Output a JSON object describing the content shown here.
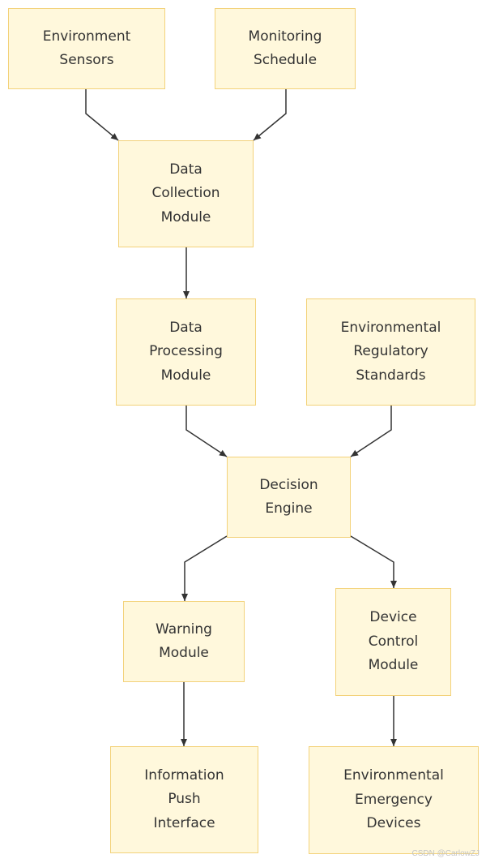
{
  "diagram": {
    "colors": {
      "node_fill": "#fff8dc",
      "node_border": "#f3d27a",
      "text": "#333333",
      "edge": "#333333"
    },
    "nodes": {
      "env_sensors": [
        "Environment",
        "Sensors"
      ],
      "monitoring_schedule": [
        "Monitoring",
        "Schedule"
      ],
      "data_collection": [
        "Data",
        "Collection",
        "Module"
      ],
      "data_processing": [
        "Data",
        "Processing",
        "Module"
      ],
      "env_standards": [
        "Environmental",
        "Regulatory",
        "Standards"
      ],
      "decision_engine": [
        "Decision",
        "Engine"
      ],
      "warning_module": [
        "Warning",
        "Module"
      ],
      "device_control": [
        "Device",
        "Control",
        "Module"
      ],
      "info_push": [
        "Information",
        "Push",
        "Interface"
      ],
      "emergency_devices": [
        "Environmental",
        "Emergency",
        "Devices"
      ]
    },
    "edges": [
      {
        "from": "env_sensors",
        "to": "data_collection"
      },
      {
        "from": "monitoring_schedule",
        "to": "data_collection"
      },
      {
        "from": "data_collection",
        "to": "data_processing"
      },
      {
        "from": "data_processing",
        "to": "decision_engine"
      },
      {
        "from": "env_standards",
        "to": "decision_engine"
      },
      {
        "from": "decision_engine",
        "to": "warning_module"
      },
      {
        "from": "decision_engine",
        "to": "device_control"
      },
      {
        "from": "warning_module",
        "to": "info_push"
      },
      {
        "from": "device_control",
        "to": "emergency_devices"
      }
    ]
  },
  "watermark": "CSDN @CarlowZJ"
}
